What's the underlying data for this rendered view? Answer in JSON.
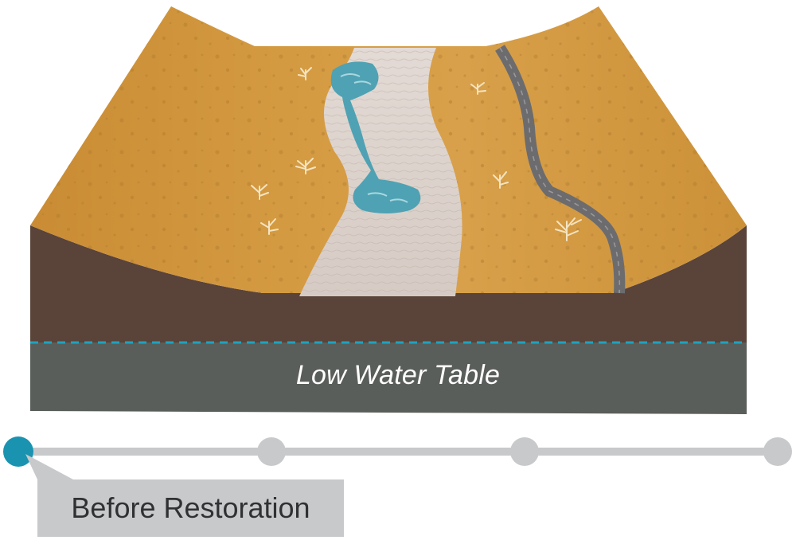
{
  "diagram": {
    "water_table_label": "Low Water Table"
  },
  "timeline": {
    "stops": [
      {
        "id": "stop-1",
        "label": "Before Restoration",
        "active": true
      },
      {
        "id": "stop-2",
        "active": false
      },
      {
        "id": "stop-3",
        "active": false
      },
      {
        "id": "stop-4",
        "active": false
      }
    ],
    "current_label": "Before Restoration"
  },
  "colors": {
    "terrain": "#cf963b",
    "soil": "#5a4339",
    "groundwater": "#5a5e5a",
    "water": "#4fa2b3",
    "water_table_line": "#1ea2c1",
    "active_stop": "#1a93b0",
    "inactive_stop": "#c8c9cb"
  }
}
